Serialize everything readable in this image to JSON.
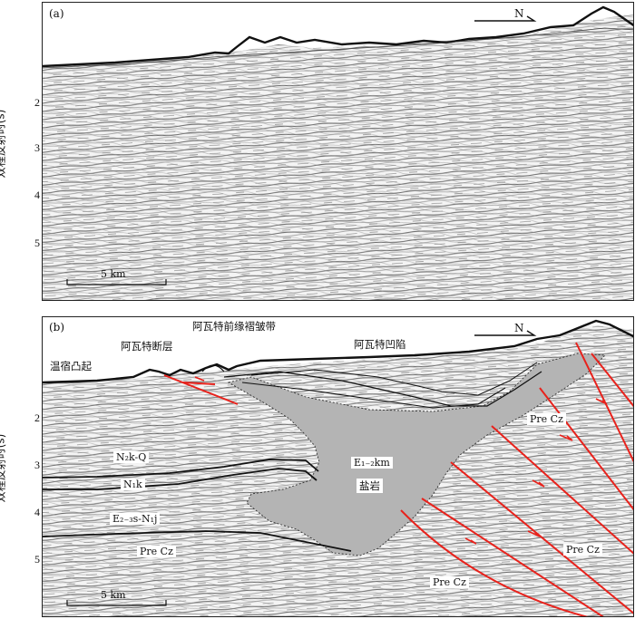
{
  "panel_a": {
    "tag": "(a)",
    "north": "N",
    "scale": "5 km",
    "ylabel": "双程反射时(s)",
    "ticks": [
      "2",
      "3",
      "4",
      "5"
    ]
  },
  "panel_b": {
    "tag": "(b)",
    "north": "N",
    "scale": "5 km",
    "ylabel": "双程反射时(s)",
    "ticks": [
      "2",
      "3",
      "4",
      "5"
    ],
    "labels": {
      "wensu": "温宿凸起",
      "awat_fault": "阿瓦特断层",
      "awat_fold": "阿瓦特前缘褶皱带",
      "awat_sag": "阿瓦特凹陷",
      "n2kq": "N₂k-Q",
      "n1k": "N₁k",
      "e23s": "E₂₋₃s-N₁j",
      "precz_left": "Pre Cz",
      "precz_right_top": "Pre Cz",
      "precz_right_mid": "Pre Cz",
      "precz_bottom": "Pre Cz",
      "ekm": "E₁₋₂km",
      "salt": "盐岩"
    }
  },
  "colors": {
    "fault": "#e8221c",
    "salt_fill": "#b4b4b4",
    "horizon": "#111111"
  }
}
